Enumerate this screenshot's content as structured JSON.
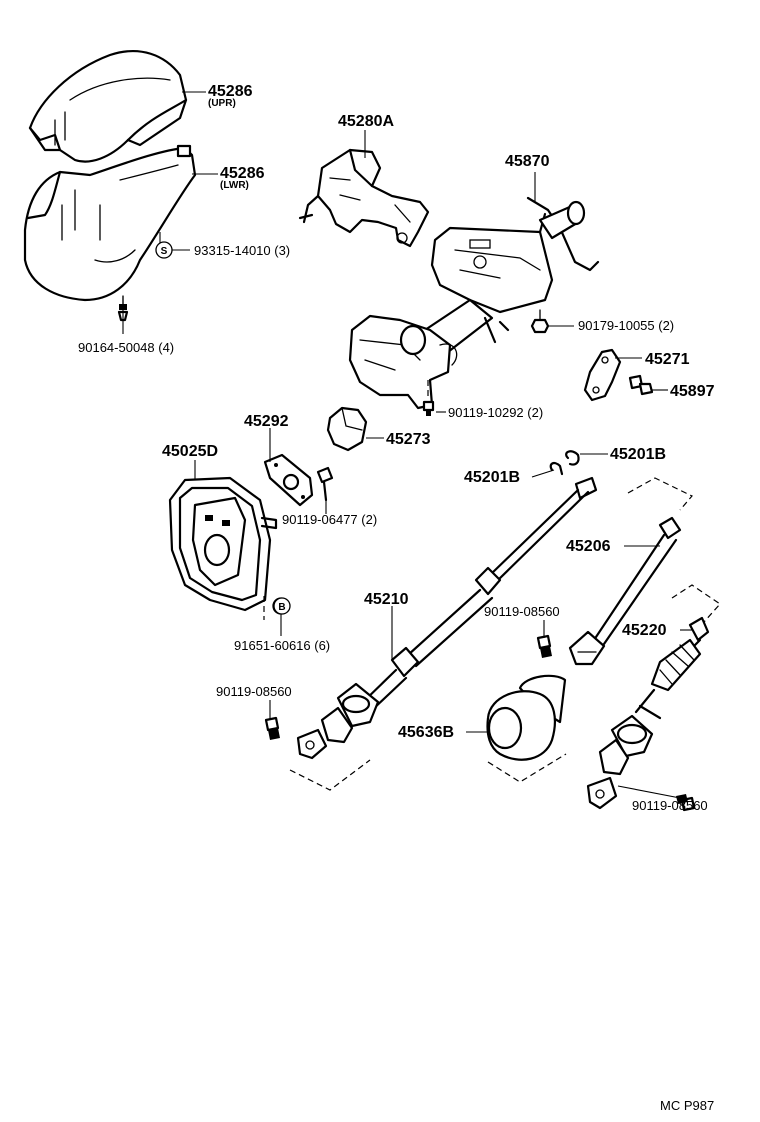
{
  "labels": {
    "upper_cover": "45286",
    "upper_cover_note": "(UPR)",
    "lower_cover": "45286",
    "lower_cover_note": "(LWR)",
    "screw_s_badge": "S",
    "screw_s": "93315-14010 (3)",
    "screw_lower": "90164-50048 (4)",
    "column_bracket": "45280A",
    "column_assy": "45870",
    "nut_column": "90179-10055 (2)",
    "clamp": "45271",
    "bolt_clamp": "45897",
    "bolt_column": "90119-10292 (2)",
    "bushing": "45273",
    "cover_plate": "45292",
    "hole_cover": "45025D",
    "bolt_plate": "90119-06477 (2)",
    "snap_ring_left": "45201B",
    "snap_ring_right": "45201B",
    "shaft_upper": "45206",
    "shaft_main": "45210",
    "bolt_joint_mid": "90119-08560",
    "intermediate_shaft": "45220",
    "clip_b_badge": "B",
    "clip": "91651-60616 (6)",
    "bolt_joint_left": "90119-08560",
    "boot": "45636B",
    "bolt_joint_right": "90119-08560",
    "page_code": "MC P987"
  }
}
